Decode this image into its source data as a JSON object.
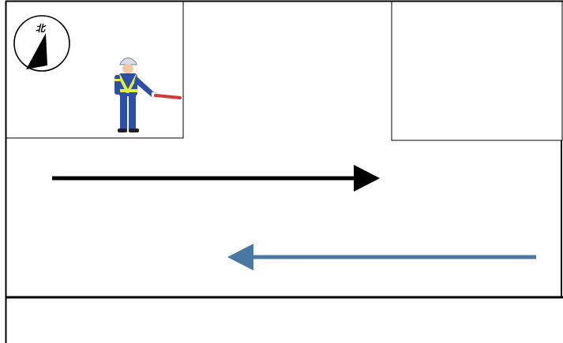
{
  "compass": {
    "label": "北",
    "icon": "north-compass-icon"
  },
  "flagman": {
    "icon": "traffic-flagman-icon"
  },
  "arrows": {
    "upper_color": "#000000",
    "lower_color": "#4a78a4",
    "upper_direction": "right",
    "lower_direction": "left"
  },
  "flagman_colors": {
    "uniform": "#2d4fa8",
    "vest": "#e3ef3a",
    "helmet": "#d8dde4",
    "baton": "#d23a3a"
  }
}
